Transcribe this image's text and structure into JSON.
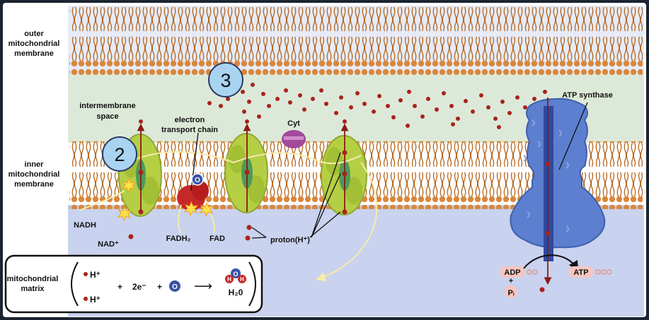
{
  "labels": {
    "outer_membrane": [
      "outer",
      "mitochondrial",
      "membrane"
    ],
    "intermembrane_space": [
      "intermembrane",
      "space"
    ],
    "inner_membrane": [
      "inner",
      "mitochondrial",
      "membrane"
    ],
    "electron_transport_chain": [
      "electron",
      "transport chain"
    ],
    "cyt": "Cyt",
    "atp_synthase": "ATP synthase",
    "nadh": "NADH",
    "nad_plus": "NAD⁺",
    "fadh2": "FADH₂",
    "fad": "FAD",
    "proton": "proton(H⁺)",
    "adp": "ADP",
    "plus_sign": "+",
    "pi": "Pᵢ",
    "atp": "ATP",
    "oxygen_symbol": "O",
    "hydrogen_symbol": "H"
  },
  "badges": {
    "two": "2",
    "three": "3"
  },
  "equation": {
    "matrix_label": [
      "mitochondrial",
      "matrix"
    ],
    "h_plus_top": "H⁺",
    "h_plus_bottom": "H⁺",
    "plus1": "+",
    "electrons": "2e⁻",
    "plus2": "+",
    "oxygen": "O",
    "arrow": "⟶",
    "water": "H₂0"
  },
  "colors": {
    "outer_bg": "#e6ebf7",
    "intermembrane": "#dde9d8",
    "matrix": "#c9d2ee",
    "lipid_head": "#d9873c",
    "lipid_tail": "#b5651d",
    "protein_green": "#b5cf45",
    "atp_synthase": "#5c7fcf",
    "proton": "#a8231c",
    "badge": "#a8d4f2"
  }
}
